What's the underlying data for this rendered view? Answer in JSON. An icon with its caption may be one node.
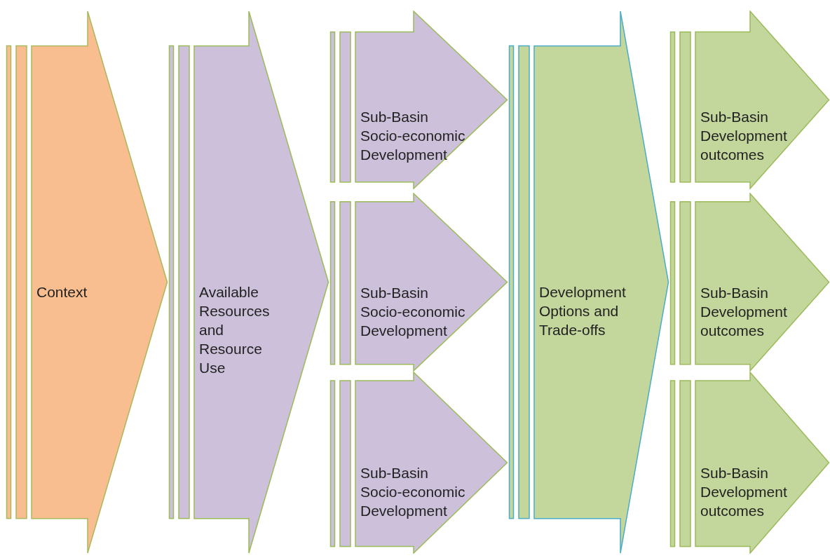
{
  "diagram": {
    "nodes": [
      {
        "text": [
          "Context"
        ]
      },
      {
        "text": [
          "Available Resources and Resource Use"
        ]
      },
      {
        "text": [
          "Sub-Basin Socio-economic Development"
        ]
      },
      {
        "text": [
          "Sub-Basin Socio-economic Development"
        ]
      },
      {
        "text": [
          "Sub-Basin Socio-economic Development"
        ]
      },
      {
        "text": [
          "Development Options and Trade-offs"
        ]
      },
      {
        "text": [
          "Sub-Basin Development outcomes"
        ]
      },
      {
        "text": [
          "Sub-Basin Development outcomes"
        ]
      },
      {
        "text": [
          "Sub-Basin Development outcomes"
        ]
      }
    ]
  }
}
